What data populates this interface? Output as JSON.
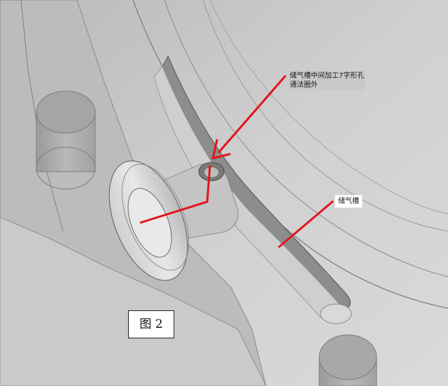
{
  "annotations": {
    "note_line1": "储气槽中间加工7字形孔",
    "note_line2": "通法圈外",
    "groove_label": "储气槽"
  },
  "figure_label": "图 2",
  "colors": {
    "annotation_red": "#e3141b",
    "part_gray": "#b4b4b4",
    "background_gray": "#d2d2d2"
  }
}
